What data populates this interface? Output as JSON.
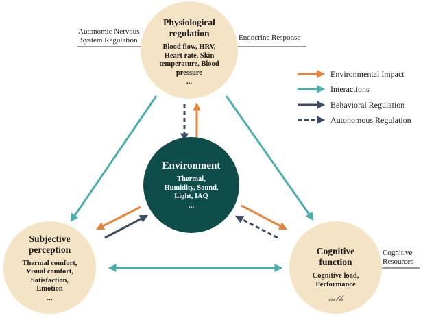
{
  "colors": {
    "environmental_impact": "#e8833a",
    "interactions": "#4aaead",
    "behavioral_regulation": "#3a4b63",
    "autonomous_regulation": "#3a4b63",
    "node_fill": "#f5e3c6",
    "environment_fill": "#0e4d4a"
  },
  "nodes": {
    "physiological": {
      "title": [
        "Physiological",
        "regulation"
      ],
      "details": [
        "Blood flow, HRV,",
        "Heart rate, Skin",
        "temperature, Blood",
        "pressure"
      ],
      "more": "..."
    },
    "environment": {
      "title": [
        "Environment"
      ],
      "details": [
        "Thermal,",
        "Humidity, Sound,",
        "Light, IAQ"
      ],
      "more": "..."
    },
    "subjective": {
      "title": [
        "Subjective",
        "perception"
      ],
      "details": [
        "Thermal comfort,",
        "Visual comfort,",
        "Satisfaction,",
        "Emotion"
      ],
      "more": "..."
    },
    "cognitive": {
      "title": [
        "Cognitive",
        "function"
      ],
      "details": [
        "Cognitive load,",
        "Performance"
      ]
    }
  },
  "side_labels": {
    "autonomic": [
      "Autonomic Nervous",
      "System Regulation"
    ],
    "endocrine": [
      "Endocrine Response"
    ],
    "cognitive_resources": [
      "Cognitive",
      "Resources"
    ]
  },
  "legend": [
    {
      "key": "environmental_impact",
      "label": "Environmental Impact",
      "style": "solid"
    },
    {
      "key": "interactions",
      "label": "Interactions",
      "style": "solid"
    },
    {
      "key": "behavioral_regulation",
      "label": "Behavioral Regulation",
      "style": "solid"
    },
    {
      "key": "autonomous_regulation",
      "label": "Autonomous Regulation",
      "style": "dashed"
    }
  ]
}
